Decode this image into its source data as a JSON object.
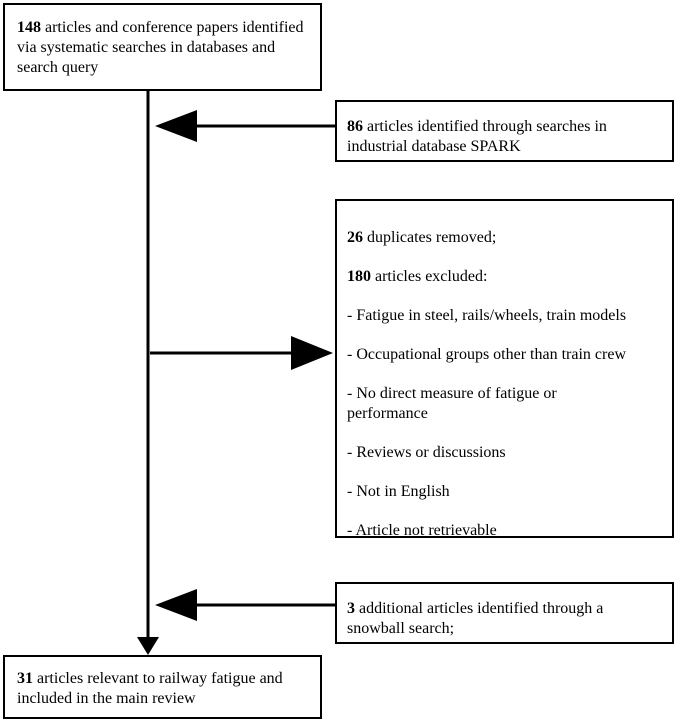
{
  "top": {
    "count": "148",
    "text": " articles and conference papers identified via systematic searches in databases and search query"
  },
  "spark": {
    "count": "86",
    "text": " articles identified through searches in industrial database SPARK"
  },
  "excluded": {
    "duplicates_count": "26",
    "duplicates_text": " duplicates removed;",
    "excluded_count": "180",
    "excluded_text": " articles excluded:",
    "reasons": [
      "- Fatigue in steel, rails/wheels, train models",
      "- Occupational groups other than train crew",
      "- No direct measure of fatigue or performance",
      "- Reviews or discussions",
      "- Not in English",
      "- Article not retrievable"
    ]
  },
  "snowball": {
    "count": "3",
    "text": " additional articles identified through a snowball search;"
  },
  "final": {
    "count": "31",
    "text": " articles relevant to railway fatigue and included in the main review"
  }
}
